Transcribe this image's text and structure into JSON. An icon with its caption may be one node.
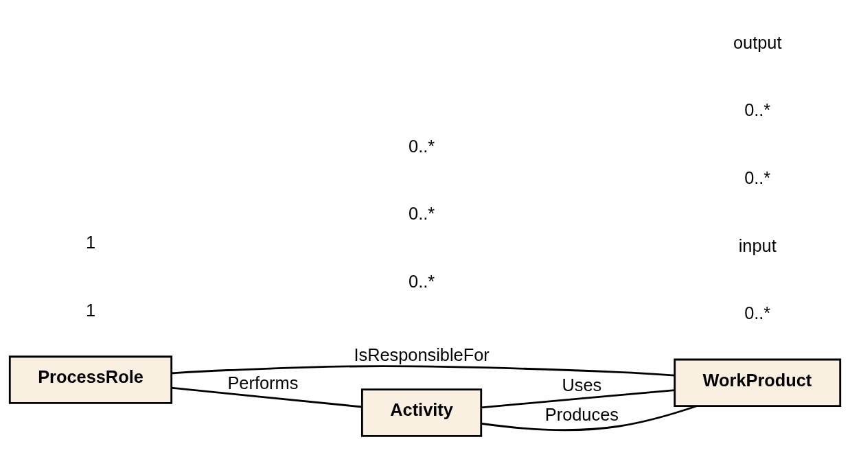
{
  "diagram": {
    "nodes": [
      {
        "text": [
          "WorkProduct"
        ]
      },
      {
        "text": [
          "ProcessRole"
        ]
      },
      {
        "text": [
          "Activity"
        ]
      }
    ],
    "edges": [
      {
        "from": 1,
        "to": 0,
        "arrow": "none",
        "label": "IsResponsibleFor"
      },
      {
        "from": 2,
        "to": 0,
        "arrow": "none",
        "label": "Uses"
      },
      {
        "from": 2,
        "to": 0,
        "arrow": "none",
        "label": "Produces"
      },
      {
        "from": 1,
        "to": 2,
        "arrow": "none",
        "label": "Performs"
      }
    ],
    "labels": [
      "0..*",
      "1",
      "input",
      "0..*",
      "0..*",
      "output",
      "1",
      "0..*",
      "0..*",
      "0..*"
    ]
  }
}
